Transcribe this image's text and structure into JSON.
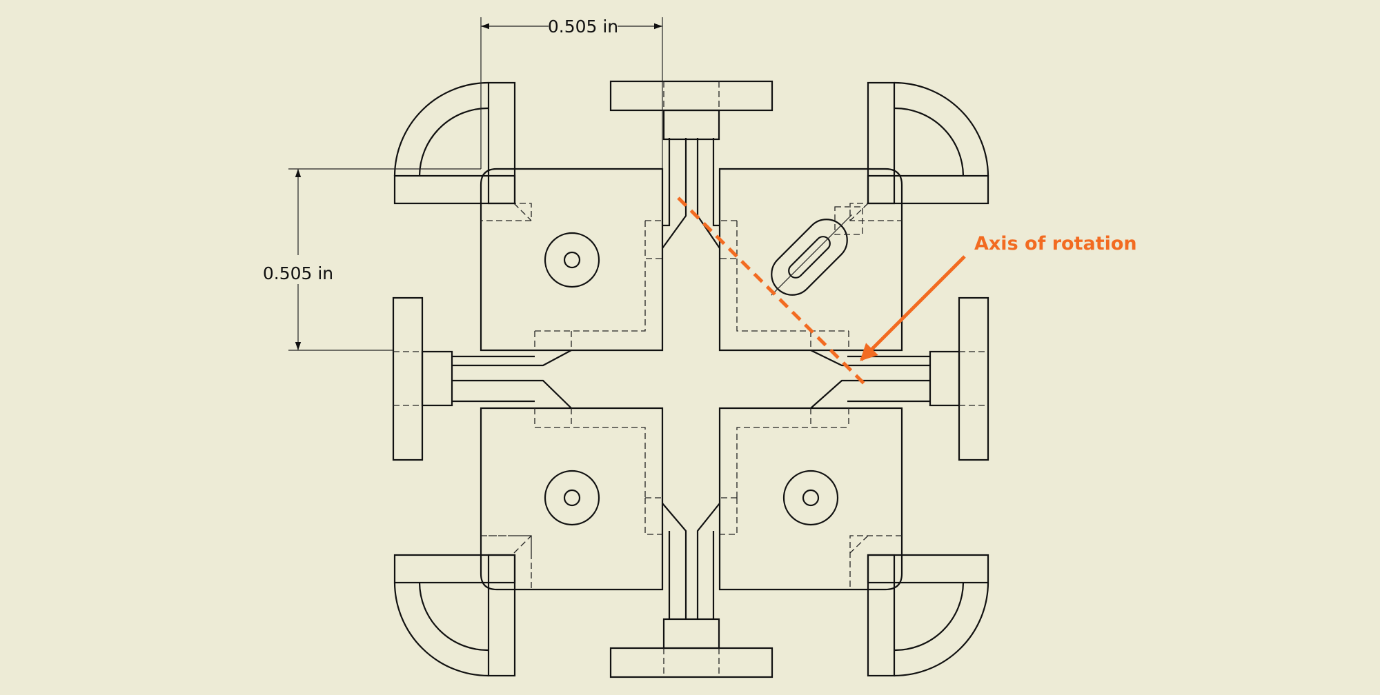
{
  "dimensions": {
    "top_width": "0.505 in",
    "left_height": "0.505 in"
  },
  "annotation": {
    "label": "Axis of rotation"
  },
  "colors": {
    "background": "#edebd6",
    "line": "#111111",
    "annotation": "#f26b21"
  }
}
